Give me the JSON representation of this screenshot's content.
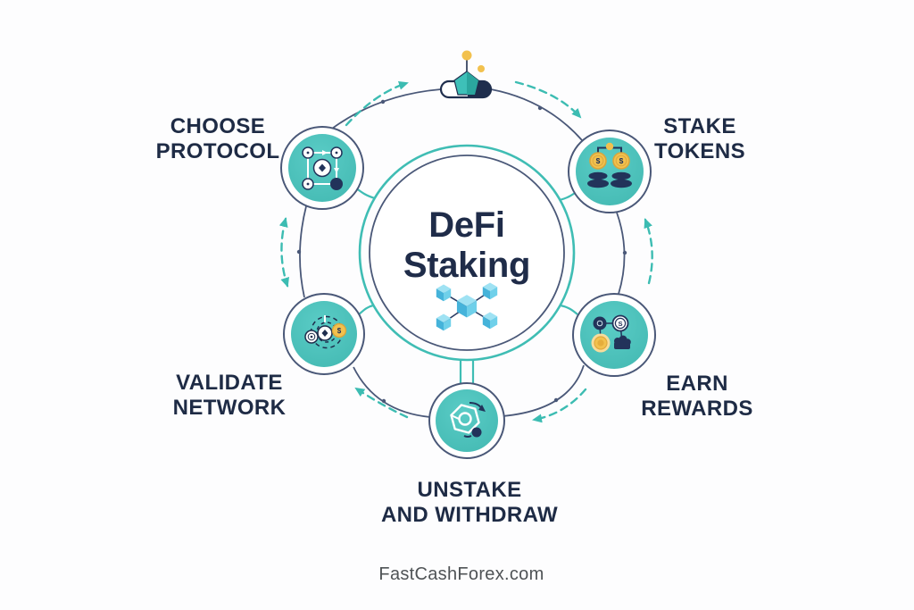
{
  "header": {
    "title": "DeFi\nStaking"
  },
  "steps": [
    {
      "name": "choose-protocol",
      "label": "CHOOSE\nPROTOCOL",
      "icon": "protocol-network-icon"
    },
    {
      "name": "stake-tokens",
      "label": "STAKE\nTOKENS",
      "icon": "coin-stacks-icon"
    },
    {
      "name": "earn-rewards",
      "label": "EARN\nREWARDS",
      "icon": "reward-coins-icon"
    },
    {
      "name": "unstake-withdraw",
      "label": "UNSTAKE\nAND WITHDRAW",
      "icon": "hexagon-cycle-icon"
    },
    {
      "name": "validate-network",
      "label": "VALIDATE\nNETWORK",
      "icon": "radar-coins-icon"
    }
  ],
  "center": {
    "icon": "blockchain-cubes-icon"
  },
  "top_icon": "staking-capsule-icon",
  "glyphs": {
    "s_coin": "S",
    "dollar": "$"
  },
  "footer": {
    "website": "FastCashForex.com"
  },
  "colors": {
    "teal_fill": "#4cc0ba",
    "teal_line": "#3fbdb4",
    "dashed_arrow": "#3cbcb2",
    "navy_icon": "#22335a",
    "ring_stroke": "#4a5878",
    "text": "#1e2b45",
    "yellow": "#f2c14e",
    "yellow_stroke": "#d9a53c",
    "cube_light": "#9fe2f3",
    "cube_mid": "#6fd0ea",
    "cube_dark": "#45b3da",
    "background": "#fdfdfe"
  }
}
